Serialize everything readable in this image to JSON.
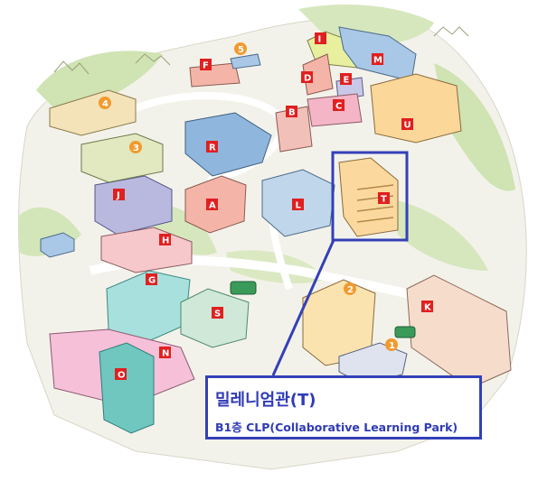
{
  "callout": {
    "title": "밀레니엄관(T)",
    "subtitle": "B1층 CLP(Collaborative Learning Park)"
  },
  "buildings": [
    {
      "id": "I",
      "label": "I"
    },
    {
      "id": "M",
      "label": "M"
    },
    {
      "id": "F",
      "label": "F"
    },
    {
      "id": "D",
      "label": "D"
    },
    {
      "id": "E",
      "label": "E"
    },
    {
      "id": "B",
      "label": "B"
    },
    {
      "id": "C",
      "label": "C"
    },
    {
      "id": "U",
      "label": "U"
    },
    {
      "id": "R",
      "label": "R"
    },
    {
      "id": "T",
      "label": "T"
    },
    {
      "id": "J",
      "label": "J"
    },
    {
      "id": "A",
      "label": "A"
    },
    {
      "id": "L",
      "label": "L"
    },
    {
      "id": "H",
      "label": "H"
    },
    {
      "id": "G",
      "label": "G"
    },
    {
      "id": "S",
      "label": "S"
    },
    {
      "id": "K",
      "label": "K"
    },
    {
      "id": "N",
      "label": "N"
    },
    {
      "id": "O",
      "label": "O"
    }
  ],
  "dormitories": [
    {
      "id": "5",
      "label": "5"
    },
    {
      "id": "4",
      "label": "4"
    },
    {
      "id": "3",
      "label": "3"
    },
    {
      "id": "2",
      "label": "2"
    },
    {
      "id": "1",
      "label": "1"
    }
  ],
  "colors": {
    "label_red": "#e02020",
    "label_orange": "#f29a2e",
    "highlight_blue": "#3340b8"
  }
}
